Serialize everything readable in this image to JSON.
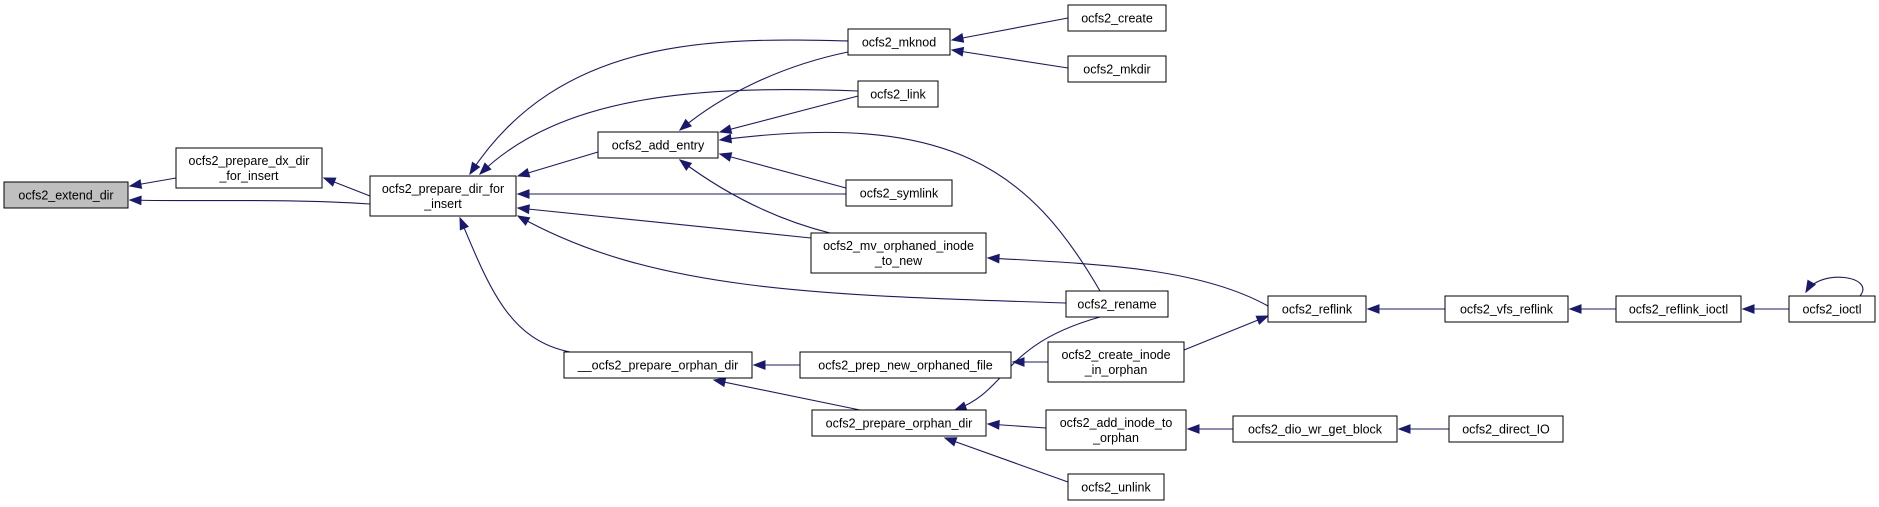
{
  "graph": {
    "edge_color": "#191970",
    "root_fill": "#bfbfbf",
    "nodes": [
      {
        "id": "extend_dir",
        "lines": [
          "ocfs2_extend_dir"
        ],
        "root": true
      },
      {
        "id": "prepare_dx",
        "lines": [
          "ocfs2_prepare_dx_dir",
          "_for_insert"
        ]
      },
      {
        "id": "prepare_dir",
        "lines": [
          "ocfs2_prepare_dir_for",
          "_insert"
        ]
      },
      {
        "id": "add_entry",
        "lines": [
          "ocfs2_add_entry"
        ]
      },
      {
        "id": "mknod",
        "lines": [
          "ocfs2_mknod"
        ]
      },
      {
        "id": "link",
        "lines": [
          "ocfs2_link"
        ]
      },
      {
        "id": "symlink",
        "lines": [
          "ocfs2_symlink"
        ]
      },
      {
        "id": "mv_orph",
        "lines": [
          "ocfs2_mv_orphaned_inode",
          "_to_new"
        ]
      },
      {
        "id": "rename",
        "lines": [
          "ocfs2_rename"
        ]
      },
      {
        "id": "create",
        "lines": [
          "ocfs2_create"
        ]
      },
      {
        "id": "mkdir",
        "lines": [
          "ocfs2_mkdir"
        ]
      },
      {
        "id": "reflink",
        "lines": [
          "ocfs2_reflink"
        ]
      },
      {
        "id": "vfs_reflink",
        "lines": [
          "ocfs2_vfs_reflink"
        ]
      },
      {
        "id": "reflink_ioctl",
        "lines": [
          "ocfs2_reflink_ioctl"
        ]
      },
      {
        "id": "ioctl",
        "lines": [
          "ocfs2_ioctl"
        ]
      },
      {
        "id": "prep_orph_dir",
        "lines": [
          "__ocfs2_prepare_orphan_dir"
        ]
      },
      {
        "id": "prep_new_orph",
        "lines": [
          "ocfs2_prep_new_orphaned_file"
        ]
      },
      {
        "id": "create_in_orph",
        "lines": [
          "ocfs2_create_inode",
          "_in_orphan"
        ]
      },
      {
        "id": "prepare_orph_dir",
        "lines": [
          "ocfs2_prepare_orphan_dir"
        ]
      },
      {
        "id": "add_to_orph",
        "lines": [
          "ocfs2_add_inode_to",
          "_orphan"
        ]
      },
      {
        "id": "dio_wr",
        "lines": [
          "ocfs2_dio_wr_get_block"
        ]
      },
      {
        "id": "direct_io",
        "lines": [
          "ocfs2_direct_IO"
        ]
      },
      {
        "id": "unlink",
        "lines": [
          "ocfs2_unlink"
        ]
      }
    ],
    "edges": [
      {
        "from": "prepare_dx",
        "to": "extend_dir"
      },
      {
        "from": "prepare_dir",
        "to": "extend_dir"
      },
      {
        "from": "prepare_dir",
        "to": "prepare_dx"
      },
      {
        "from": "add_entry",
        "to": "prepare_dir"
      },
      {
        "from": "mknod",
        "to": "prepare_dir"
      },
      {
        "from": "link",
        "to": "prepare_dir"
      },
      {
        "from": "symlink",
        "to": "prepare_dir"
      },
      {
        "from": "mv_orph",
        "to": "prepare_dir"
      },
      {
        "from": "rename",
        "to": "prepare_dir"
      },
      {
        "from": "prep_orph_dir",
        "to": "prepare_dir"
      },
      {
        "from": "mknod",
        "to": "add_entry"
      },
      {
        "from": "link",
        "to": "add_entry"
      },
      {
        "from": "symlink",
        "to": "add_entry"
      },
      {
        "from": "mv_orph",
        "to": "add_entry"
      },
      {
        "from": "rename",
        "to": "add_entry"
      },
      {
        "from": "create",
        "to": "mknod"
      },
      {
        "from": "mkdir",
        "to": "mknod"
      },
      {
        "from": "reflink",
        "to": "mv_orph"
      },
      {
        "from": "create_in_orph",
        "to": "reflink"
      },
      {
        "from": "vfs_reflink",
        "to": "reflink"
      },
      {
        "from": "reflink_ioctl",
        "to": "vfs_reflink"
      },
      {
        "from": "ioctl",
        "to": "reflink_ioctl"
      },
      {
        "from": "ioctl",
        "to": "ioctl"
      },
      {
        "from": "prep_new_orph",
        "to": "prep_orph_dir"
      },
      {
        "from": "prepare_orph_dir",
        "to": "prep_orph_dir"
      },
      {
        "from": "create_in_orph",
        "to": "prep_new_orph"
      },
      {
        "from": "rename",
        "to": "prepare_orph_dir"
      },
      {
        "from": "add_to_orph",
        "to": "prepare_orph_dir"
      },
      {
        "from": "unlink",
        "to": "prepare_orph_dir"
      },
      {
        "from": "dio_wr",
        "to": "add_to_orph"
      },
      {
        "from": "direct_io",
        "to": "dio_wr"
      }
    ]
  }
}
